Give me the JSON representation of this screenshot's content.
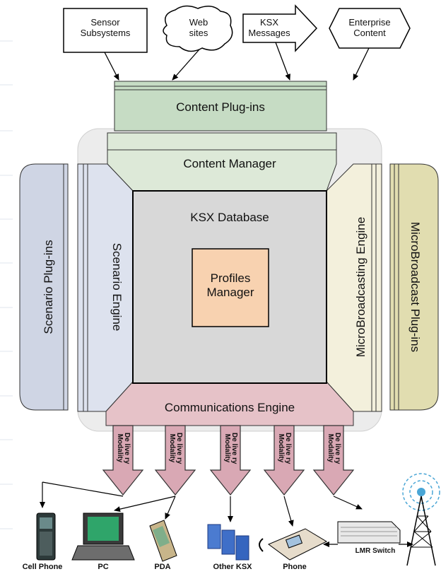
{
  "sources": {
    "sensor": "Sensor\nSubsystems",
    "web": "Web\nsites",
    "ksx_msg": "KSX\nMessages",
    "enterprise": "Enterprise\nContent"
  },
  "content_plugins": "Content Plug-ins",
  "content_manager": "Content Manager",
  "database": "KSX Database",
  "profiles": "Profiles\nManager",
  "scenario_plugins": "Scenario Plug-ins",
  "scenario_engine": "Scenario Engine",
  "micro_engine": "MicroBroadcasting Engine",
  "micro_plugins": "MicroBroadcast Plug-ins",
  "comm_engine": "Communications Engine",
  "delivery": [
    "De live ry\nModality",
    "De live ry\nModality",
    "De live ry\nModality",
    "De live ry\nModality",
    "De live ry\nModality"
  ],
  "devices": {
    "cell": "Cell Phone",
    "pc": "PC",
    "pda": "PDA",
    "other": "Other KSX",
    "phone": "Phone",
    "lmr": "LMR Switch"
  },
  "colors": {
    "green": "#c6dcc4",
    "green_light": "#dde9d8",
    "gray": "#d8d8d8",
    "profiles": "#f8d2b0",
    "blue": "#cfd5e4",
    "blue_light": "#dde2ee",
    "yellow_light": "#f3f0dc",
    "yellow": "#e1ddb0",
    "pink": "#e6c2c8",
    "arrow": "#d9a8b4"
  }
}
